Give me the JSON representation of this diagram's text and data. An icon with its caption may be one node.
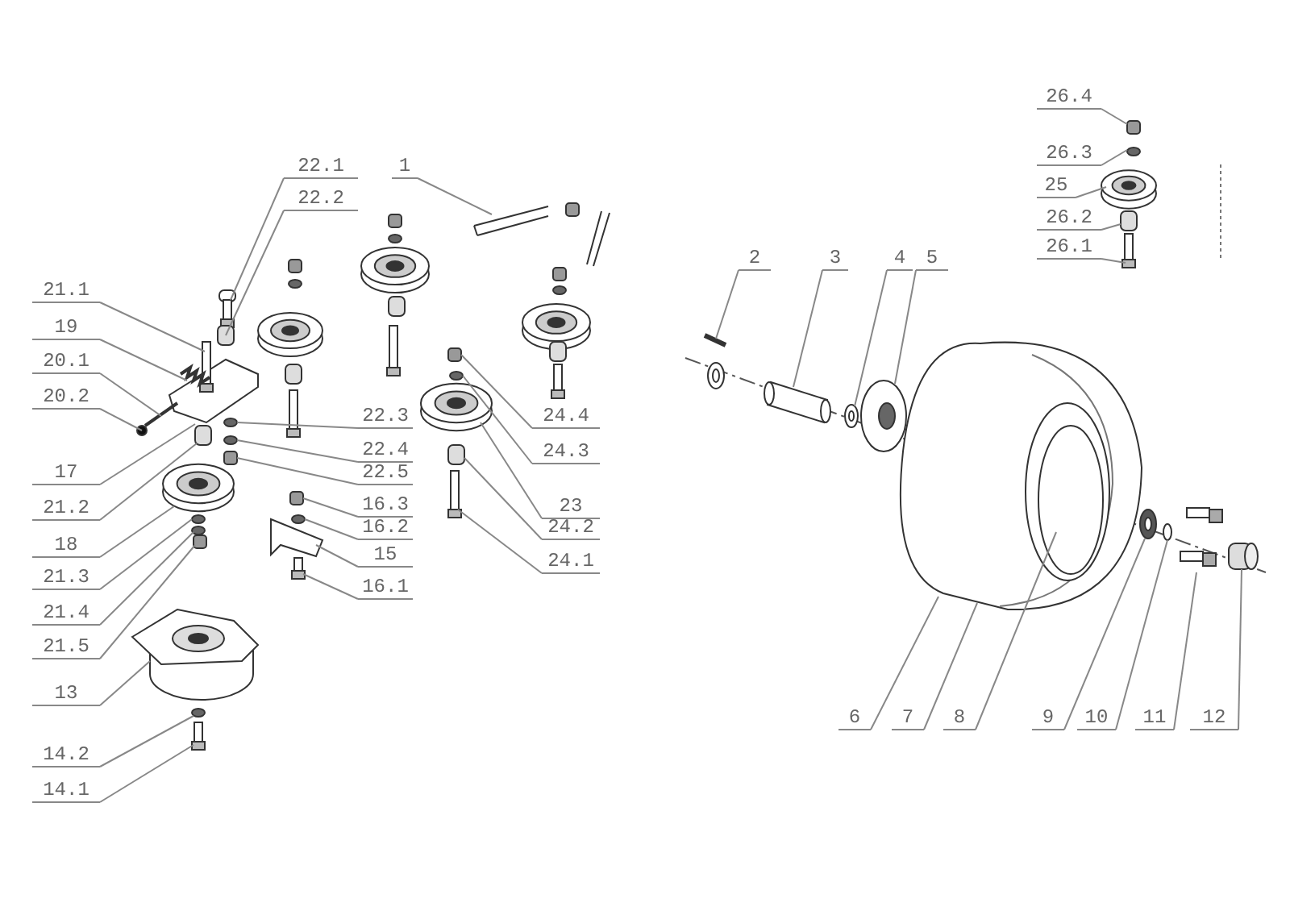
{
  "diagram": {
    "nodes": [
      {
        "text": [
          "1"
        ]
      },
      {
        "text": [
          "22.1"
        ]
      },
      {
        "text": [
          "22.2"
        ]
      },
      {
        "text": [
          "21.1"
        ]
      },
      {
        "text": [
          "19"
        ]
      },
      {
        "text": [
          "20.1"
        ]
      },
      {
        "text": [
          "20.2"
        ]
      },
      {
        "text": [
          "22.3"
        ]
      },
      {
        "text": [
          "24.4"
        ]
      },
      {
        "text": [
          "22.4"
        ]
      },
      {
        "text": [
          "24.3"
        ]
      },
      {
        "text": [
          "17"
        ]
      },
      {
        "text": [
          "22.5"
        ]
      },
      {
        "text": [
          "16.3"
        ]
      },
      {
        "text": [
          "21.2"
        ]
      },
      {
        "text": [
          "23"
        ]
      },
      {
        "text": [
          "24.2"
        ]
      },
      {
        "text": [
          "16.2"
        ]
      },
      {
        "text": [
          "18"
        ]
      },
      {
        "text": [
          "15"
        ]
      },
      {
        "text": [
          "24.1"
        ]
      },
      {
        "text": [
          "21.3"
        ]
      },
      {
        "text": [
          "16.1"
        ]
      },
      {
        "text": [
          "21.4"
        ]
      },
      {
        "text": [
          "21.5"
        ]
      },
      {
        "text": [
          "13"
        ]
      },
      {
        "text": [
          "14.2"
        ]
      },
      {
        "text": [
          "14.1"
        ]
      },
      {
        "text": [
          "26.4"
        ]
      },
      {
        "text": [
          "26.3"
        ]
      },
      {
        "text": [
          "25"
        ]
      },
      {
        "text": [
          "26.2"
        ]
      },
      {
        "text": [
          "26.1"
        ]
      },
      {
        "text": [
          "2"
        ]
      },
      {
        "text": [
          "3"
        ]
      },
      {
        "text": [
          "4"
        ]
      },
      {
        "text": [
          "5"
        ]
      },
      {
        "text": [
          "6"
        ]
      },
      {
        "text": [
          "7"
        ]
      },
      {
        "text": [
          "8"
        ]
      },
      {
        "text": [
          "9"
        ]
      },
      {
        "text": [
          "10"
        ]
      },
      {
        "text": [
          "11"
        ]
      },
      {
        "text": [
          "12"
        ]
      }
    ],
    "edges": [
      {
        "from": 0,
        "to": null,
        "arrow": "none"
      },
      {
        "from": 1,
        "to": null,
        "arrow": "none"
      },
      {
        "from": 2,
        "to": null,
        "arrow": "none"
      },
      {
        "from": 3,
        "to": null,
        "arrow": "none"
      },
      {
        "from": 4,
        "to": null,
        "arrow": "none"
      },
      {
        "from": 5,
        "to": null,
        "arrow": "none"
      },
      {
        "from": 6,
        "to": null,
        "arrow": "none"
      },
      {
        "from": 7,
        "to": null,
        "arrow": "none"
      },
      {
        "from": 8,
        "to": null,
        "arrow": "none"
      },
      {
        "from": 9,
        "to": null,
        "arrow": "none"
      },
      {
        "from": 10,
        "to": null,
        "arrow": "none"
      },
      {
        "from": 11,
        "to": null,
        "arrow": "none"
      },
      {
        "from": 12,
        "to": null,
        "arrow": "none"
      },
      {
        "from": 13,
        "to": null,
        "arrow": "none"
      },
      {
        "from": 14,
        "to": null,
        "arrow": "none"
      },
      {
        "from": 15,
        "to": null,
        "arrow": "none"
      },
      {
        "from": 16,
        "to": null,
        "arrow": "none"
      },
      {
        "from": 17,
        "to": null,
        "arrow": "none"
      },
      {
        "from": 18,
        "to": null,
        "arrow": "none"
      },
      {
        "from": 19,
        "to": null,
        "arrow": "none"
      },
      {
        "from": 20,
        "to": null,
        "arrow": "none"
      },
      {
        "from": 21,
        "to": null,
        "arrow": "none"
      },
      {
        "from": 22,
        "to": null,
        "arrow": "none"
      },
      {
        "from": 23,
        "to": null,
        "arrow": "none"
      },
      {
        "from": 24,
        "to": null,
        "arrow": "none"
      },
      {
        "from": 25,
        "to": null,
        "arrow": "none"
      },
      {
        "from": 26,
        "to": null,
        "arrow": "none"
      },
      {
        "from": 27,
        "to": null,
        "arrow": "none"
      },
      {
        "from": 28,
        "to": null,
        "arrow": "none"
      },
      {
        "from": 29,
        "to": null,
        "arrow": "none"
      },
      {
        "from": 30,
        "to": null,
        "arrow": "none"
      },
      {
        "from": 31,
        "to": null,
        "arrow": "none"
      },
      {
        "from": 32,
        "to": null,
        "arrow": "none"
      },
      {
        "from": 33,
        "to": null,
        "arrow": "none"
      },
      {
        "from": 34,
        "to": null,
        "arrow": "none"
      },
      {
        "from": 35,
        "to": null,
        "arrow": "none"
      },
      {
        "from": 36,
        "to": null,
        "arrow": "none"
      },
      {
        "from": 37,
        "to": null,
        "arrow": "none"
      },
      {
        "from": 38,
        "to": null,
        "arrow": "none"
      },
      {
        "from": 39,
        "to": null,
        "arrow": "none"
      },
      {
        "from": 40,
        "to": null,
        "arrow": "none"
      },
      {
        "from": 41,
        "to": null,
        "arrow": "none"
      },
      {
        "from": 42,
        "to": null,
        "arrow": "none"
      },
      {
        "from": 43,
        "to": null,
        "arrow": "none"
      }
    ]
  }
}
